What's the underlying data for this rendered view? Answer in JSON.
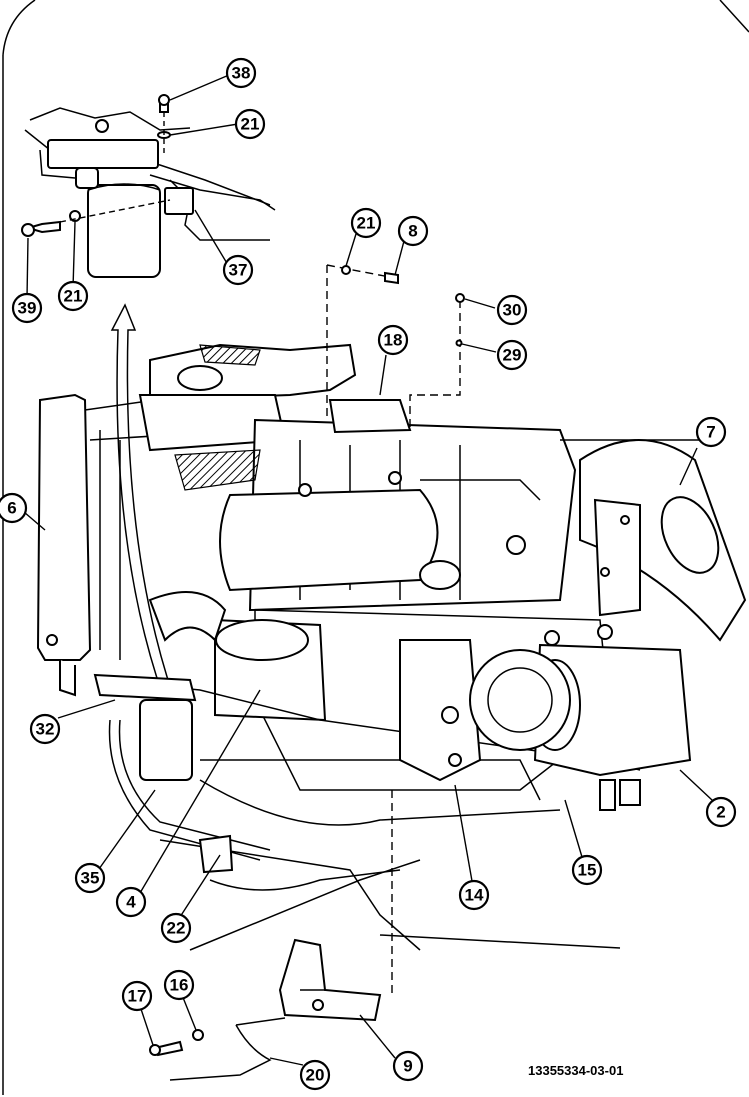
{
  "diagram": {
    "drawing_number": "13355334-03-01",
    "callouts": [
      {
        "id": "c38",
        "label": "38"
      },
      {
        "id": "c21a",
        "label": "21"
      },
      {
        "id": "c37",
        "label": "37"
      },
      {
        "id": "c39",
        "label": "39"
      },
      {
        "id": "c21b",
        "label": "21"
      },
      {
        "id": "c21c",
        "label": "21"
      },
      {
        "id": "c8",
        "label": "8"
      },
      {
        "id": "c30",
        "label": "30"
      },
      {
        "id": "c29",
        "label": "29"
      },
      {
        "id": "c18",
        "label": "18"
      },
      {
        "id": "c7",
        "label": "7"
      },
      {
        "id": "c6",
        "label": "6"
      },
      {
        "id": "c32",
        "label": "32"
      },
      {
        "id": "c35",
        "label": "35"
      },
      {
        "id": "c4",
        "label": "4"
      },
      {
        "id": "c22",
        "label": "22"
      },
      {
        "id": "c14",
        "label": "14"
      },
      {
        "id": "c15",
        "label": "15"
      },
      {
        "id": "c2",
        "label": "2"
      },
      {
        "id": "c17",
        "label": "17"
      },
      {
        "id": "c16",
        "label": "16"
      },
      {
        "id": "c20",
        "label": "20"
      },
      {
        "id": "c9",
        "label": "9"
      }
    ]
  }
}
